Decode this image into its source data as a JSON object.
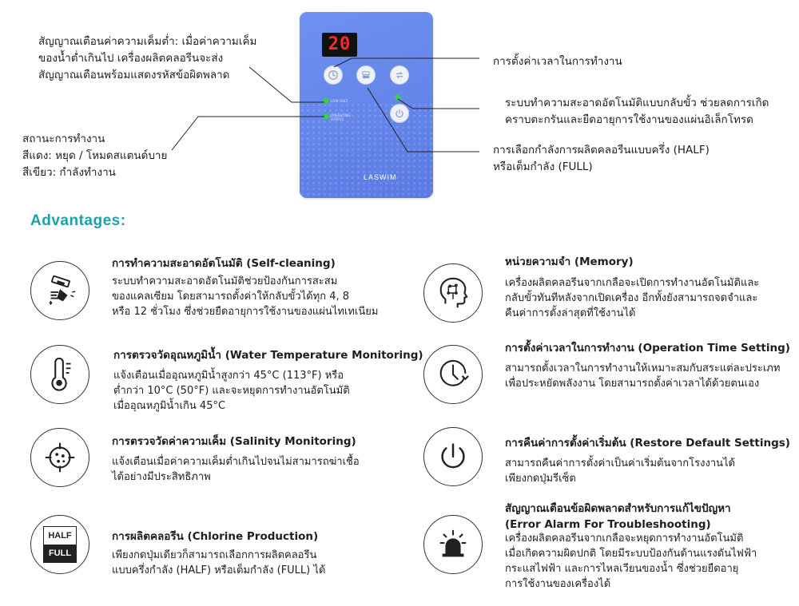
{
  "panel": {
    "display": "20",
    "label_1": "LOW SALT",
    "label_2": "OPERATING STATUS",
    "logo": "LASWIM"
  },
  "callouts": {
    "low_salt": "สัญญาณเตือนค่าความเค็มต่ำ: เมื่อค่าความเค็ม\nของน้ำต่ำเกินไป เครื่องผลิตคลอรีนจะส่ง\nสัญญาณเตือนพร้อมแสดงรหัสข้อผิดพลาด",
    "status": "สถานะการทำงาน\nสีแดง: หยุด / โหมดสแตนด์บาย\nสีเขียว: กำลังทำงาน",
    "time": "การตั้งค่าเวลาในการทำงาน",
    "reverse": "ระบบทำความสะอาดอัตโนมัติแบบกลับขั้ว ช่วยลดการเกิด\nคราบตะกรันและยืดอายุการใช้งานของแผ่นอิเล็กโทรด",
    "half_full": "การเลือกกำลังการผลิตคลอรีนแบบครึ่ง (HALF)\nหรือเต็มกำลัง (FULL)"
  },
  "advantages_title": "Advantages:",
  "features": [
    {
      "icon": "self-cleaning-icon",
      "title": "การทำความสะอาดอัตโนมัติ (Self-cleaning)",
      "desc": "ระบบทำความสะอาดอัตโนมัติช่วยป้องกันการสะสม\nของแคลเซียม โดยสามารถตั้งค่าให้กลับขั้วได้ทุก 4, 8\nหรือ 12 ชั่วโมง ซึ่งช่วยยืดอายุการใช้งานของแผ่นไทเทเนียม"
    },
    {
      "icon": "thermometer-icon",
      "title": "การตรวจวัดอุณหภูมิน้ำ (Water Temperature Monitoring)",
      "desc": "แจ้งเตือนเมื่ออุณหภูมิน้ำสูงกว่า 45°C (113°F) หรือ\nต่ำกว่า 10°C (50°F) และจะหยุดการทำงานอัตโนมัติ\nเมื่ออุณหภูมิน้ำเกิน 45°C"
    },
    {
      "icon": "target-icon",
      "title": "การตรวจวัดค่าความเค็ม (Salinity Monitoring)",
      "desc": "แจ้งเตือนเมื่อค่าความเค็มต่ำเกินไปจนไม่สามารถฆ่าเชื้อ\nได้อย่างมีประสิทธิภาพ"
    },
    {
      "icon": "half-full-icon",
      "icon_top": "HALF",
      "icon_bottom": "FULL",
      "title": "การผลิตคลอรีน (Chlorine Production)",
      "desc": "เพียงกดปุ่มเดียวก็สามารถเลือกการผลิตคลอรีน\nแบบครึ่งกำลัง (HALF) หรือเต็มกำลัง (FULL) ได้"
    },
    {
      "icon": "brain-icon",
      "title": "หน่วยความจำ (Memory)",
      "desc": "เครื่องผลิตคลอรีนจากเกลือจะเปิดการทำงานอัตโนมัติและ\nกลับขั้วทันทีหลังจากเปิดเครื่อง อีกทั้งยังสามารถจดจำและ\nคืนค่าการตั้งล่าสุดที่ใช้งานได้"
    },
    {
      "icon": "clock-icon",
      "title": "การตั้งค่าเวลาในการทำงาน (Operation Time Setting)",
      "desc": "สามารถตั้งเวลาในการทำงานให้เหมาะสมกับสระแต่ละประเภท\nเพื่อประหยัดพลังงาน โดยสามารถตั้งค่าเวลาได้ด้วยตนเอง"
    },
    {
      "icon": "power-icon",
      "title": "การคืนค่าการตั้งค่าเริ่มต้น (Restore Default Settings)",
      "desc": "สามารถคืนค่าการตั้งค่าเป็นค่าเริ่มต้นจากโรงงานได้\nเพียงกดปุ่มรีเซ็ต"
    },
    {
      "icon": "alarm-light-icon",
      "title": "สัญญาณเตือนข้อผิดพลาดสำหรับการแก้ไขปัญหา\n(Error Alarm For Troubleshooting)",
      "desc": "เครื่องผลิตคลอรีนจากเกลือจะหยุดการทำงานอัตโนมัติ\nเมื่อเกิดความผิดปกติ โดยมีระบบป้องกันด้านแรงดันไฟฟ้า\nกระแสไฟฟ้า และการไหลเวียนของน้ำ ซึ่งช่วยยืดอายุ\nการใช้งานของเครื่องได้"
    }
  ]
}
